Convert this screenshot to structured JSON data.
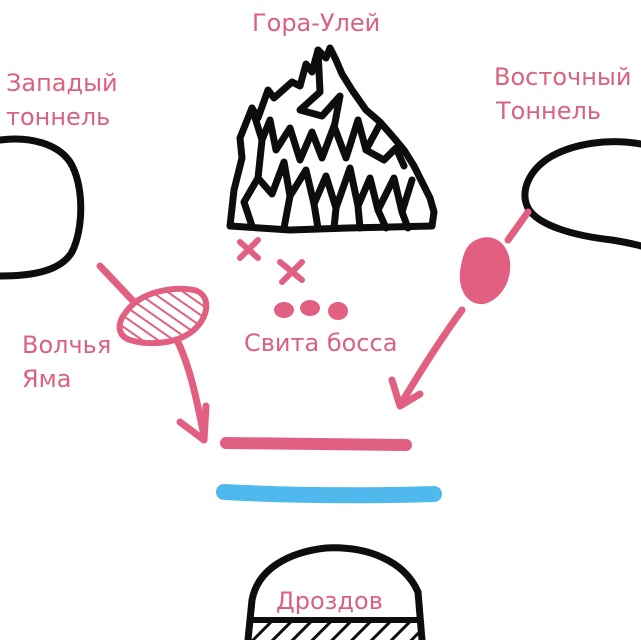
{
  "colors": {
    "ink": "#0d0d0d",
    "label": "#d9637f",
    "marker": "#e15f80",
    "water": "#4fb8ec",
    "background": "#ffffff"
  },
  "labels": {
    "mountain": "Гора-Улей",
    "west_tunnel_line1": "Западый",
    "west_tunnel_line2": "тоннель",
    "east_tunnel_line1": "Восточный",
    "east_tunnel_line2": "Тоннель",
    "wolf_pit_line1": "Волчья",
    "wolf_pit_line2": "Яма",
    "boss_retinue": "Свита босса",
    "thrushes": "Дроздов"
  },
  "icons": {
    "mountain": "mountain-sketch-icon",
    "west_tunnel": "tunnel-mouth-icon",
    "east_tunnel": "tunnel-mouth-icon",
    "wolf_pit": "hatched-pit-icon",
    "east_marker": "filled-blob-icon",
    "enemy_marks": "cross-icon",
    "retinue_dots": "dot-group-icon",
    "thrushes_base": "dome-icon"
  }
}
